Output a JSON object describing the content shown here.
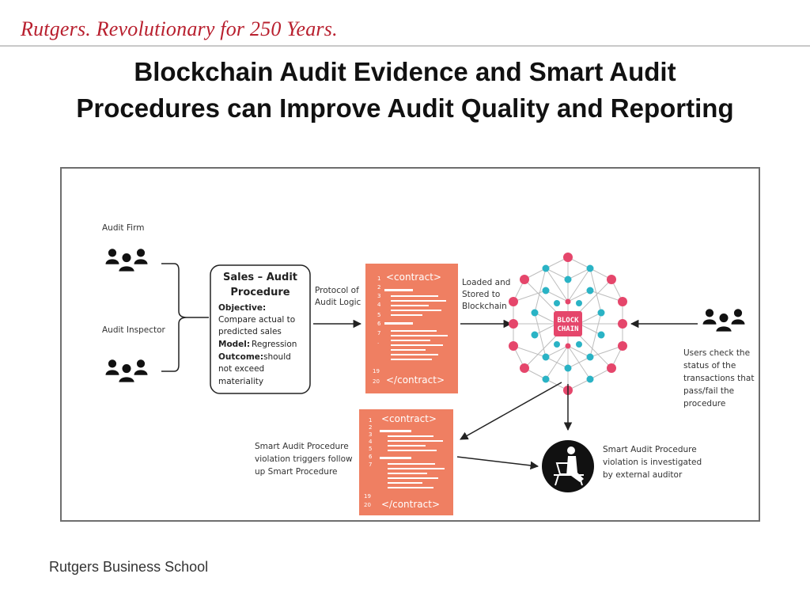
{
  "header": {
    "brand": "Rutgers. Revolutionary for 250 Years.",
    "title_line1": "Blockchain Audit Evidence and Smart Audit",
    "title_line2": "Procedures can Improve Audit Quality and Reporting"
  },
  "footer": {
    "text": "Rutgers Business School"
  },
  "diagram": {
    "audit_firm_label": "Audit Firm",
    "audit_inspector_label": "Audit Inspector",
    "card": {
      "title1": "Sales – Audit",
      "title2": "Procedure",
      "objective_label": "Objective:",
      "objective_text1": "Compare actual to",
      "objective_text2": "predicted sales",
      "model_label": "Model:",
      "model_text": "Regression",
      "outcome_label": "Outcome:",
      "outcome_text1": "should",
      "outcome_text2": "not exceed",
      "outcome_text3": "materiality"
    },
    "protocol_label1": "Protocol of",
    "protocol_label2": "Audit Logic",
    "contract_open": "<contract>",
    "contract_close": "</contract>",
    "line_numbers_top": [
      "1",
      "2",
      "3",
      "4",
      "5",
      "6",
      "7",
      "·",
      "19",
      "20"
    ],
    "line_numbers_bottom": [
      "1",
      "2",
      "3",
      "4",
      "5",
      "6",
      "7",
      "19",
      "20"
    ],
    "loaded_label1": "Loaded and",
    "loaded_label2": "Stored to",
    "loaded_label3": "Blockchain",
    "blockchain_label1": "BLOCK",
    "blockchain_label2": "CHAIN",
    "users_label1": "Users check the",
    "users_label2": "status of the",
    "users_label3": "transactions that",
    "users_label4": "pass/fail the",
    "users_label5": "procedure",
    "violation_label1": "Smart Audit Procedure",
    "violation_label2": "violation triggers follow",
    "violation_label3": "up Smart Procedure",
    "investigate_label1": "Smart Audit Procedure",
    "investigate_label2": "violation is investigated",
    "investigate_label3": "by external auditor",
    "colors": {
      "contract": "#ef7f62",
      "node_teal": "#2ab3c5",
      "node_red": "#e5466b",
      "brand": "#b81f2e"
    }
  }
}
